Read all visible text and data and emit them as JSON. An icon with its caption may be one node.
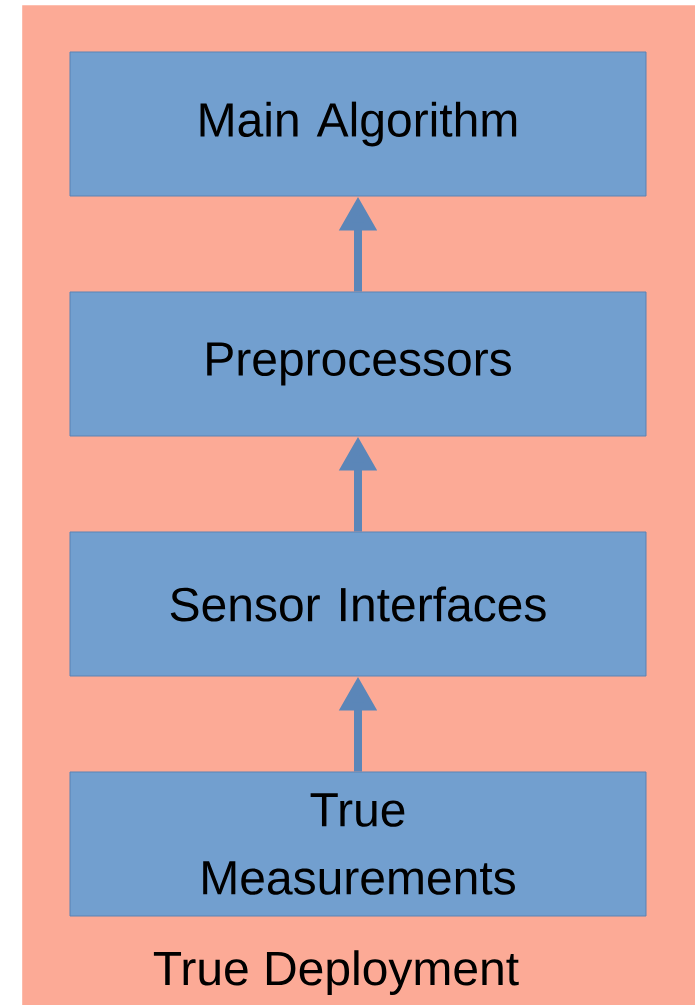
{
  "diagram": {
    "nodes": [
      {
        "text": [
          "True Deployment"
        ]
      },
      {
        "text": [
          "Main Algorithm"
        ],
        "in": 0
      },
      {
        "text": [
          "Preprocessors"
        ],
        "in": 0
      },
      {
        "text": [
          "Sensor Interfaces"
        ],
        "in": 0
      },
      {
        "text": [
          "True Measurements"
        ],
        "in": 0
      }
    ],
    "edges": [
      {
        "from": 4,
        "to": 3,
        "arrow": "to"
      },
      {
        "from": 3,
        "to": 2,
        "arrow": "to"
      },
      {
        "from": 2,
        "to": 1,
        "arrow": "to"
      }
    ]
  }
}
